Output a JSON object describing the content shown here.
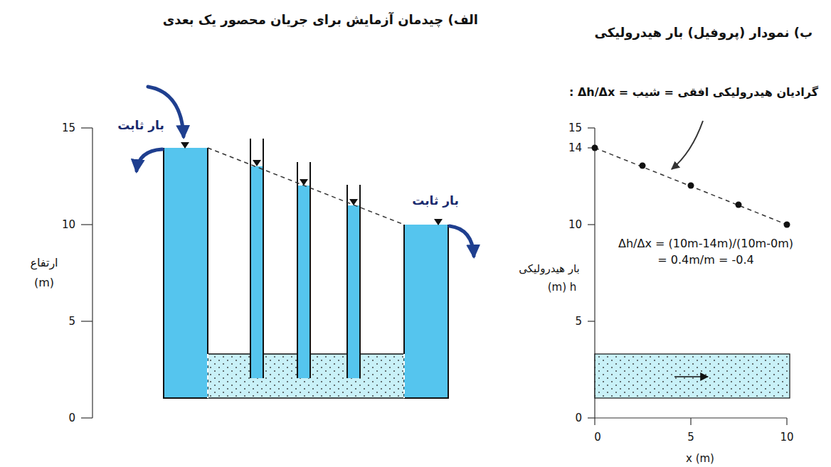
{
  "diagram": {
    "labels": [
      "الف) چیدمان آزمایش برای جریان محصور یک بعدی",
      "ب) نمودار (پروفیل) بار هیدرولیکی",
      "بار ثابت",
      "بار ثابت",
      "15",
      "10",
      "5",
      "0",
      "ارتفاع",
      "(m)",
      "گرادیان هیدرولیکی افقی = شیب = Δh/Δx :",
      "15",
      "14",
      "10",
      "5",
      "0",
      "0",
      "5",
      "10",
      "x (m)",
      "Δh/Δx = (10m-14m)/(10m-0m)",
      "= 0.4m/m = -0.4",
      "بار هیدرولیکی",
      "(m) h"
    ]
  }
}
